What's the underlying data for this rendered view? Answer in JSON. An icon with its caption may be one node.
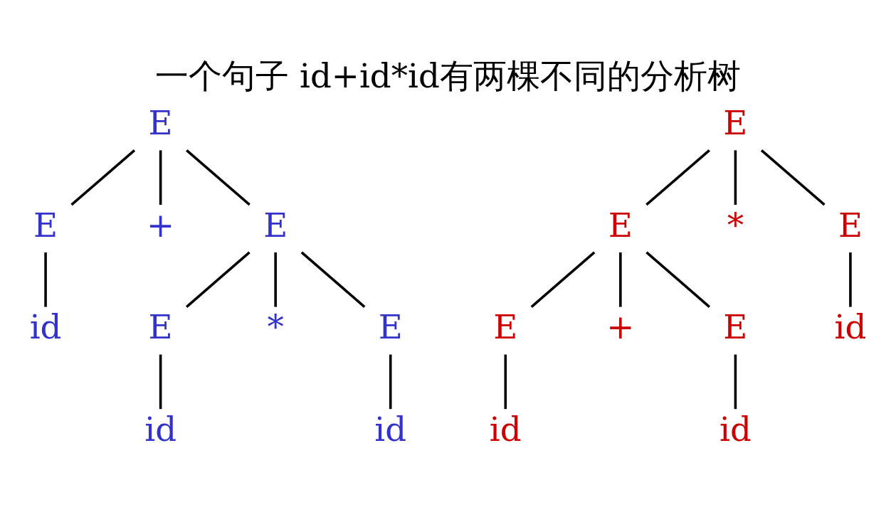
{
  "diagram": {
    "title": "一个句子 id+id*id有两棵不同的分析树",
    "nodes": [
      {
        "text": [
          "E"
        ]
      },
      {
        "text": [
          "E"
        ]
      },
      {
        "text": [
          "+"
        ]
      },
      {
        "text": [
          "E"
        ]
      },
      {
        "text": [
          "id"
        ]
      },
      {
        "text": [
          "E"
        ]
      },
      {
        "text": [
          "*"
        ]
      },
      {
        "text": [
          "E"
        ]
      },
      {
        "text": [
          "id"
        ]
      },
      {
        "text": [
          "id"
        ]
      },
      {
        "text": [
          "E"
        ]
      },
      {
        "text": [
          "E"
        ]
      },
      {
        "text": [
          "*"
        ]
      },
      {
        "text": [
          "E"
        ]
      },
      {
        "text": [
          "E"
        ]
      },
      {
        "text": [
          "+"
        ]
      },
      {
        "text": [
          "E"
        ]
      },
      {
        "text": [
          "id"
        ]
      },
      {
        "text": [
          "id"
        ]
      },
      {
        "text": [
          "id"
        ]
      }
    ],
    "edges": [
      {
        "from": 0,
        "to": 1,
        "arrow": "none"
      },
      {
        "from": 0,
        "to": 2,
        "arrow": "none"
      },
      {
        "from": 0,
        "to": 3,
        "arrow": "none"
      },
      {
        "from": 1,
        "to": 4,
        "arrow": "none"
      },
      {
        "from": 3,
        "to": 5,
        "arrow": "none"
      },
      {
        "from": 3,
        "to": 6,
        "arrow": "none"
      },
      {
        "from": 3,
        "to": 7,
        "arrow": "none"
      },
      {
        "from": 5,
        "to": 8,
        "arrow": "none"
      },
      {
        "from": 7,
        "to": 9,
        "arrow": "none"
      },
      {
        "from": 10,
        "to": 11,
        "arrow": "none"
      },
      {
        "from": 10,
        "to": 12,
        "arrow": "none"
      },
      {
        "from": 10,
        "to": 13,
        "arrow": "none"
      },
      {
        "from": 11,
        "to": 14,
        "arrow": "none"
      },
      {
        "from": 11,
        "to": 15,
        "arrow": "none"
      },
      {
        "from": 11,
        "to": 16,
        "arrow": "none"
      },
      {
        "from": 13,
        "to": 17,
        "arrow": "none"
      },
      {
        "from": 14,
        "to": 18,
        "arrow": "none"
      },
      {
        "from": 16,
        "to": 19,
        "arrow": "none"
      }
    ]
  }
}
